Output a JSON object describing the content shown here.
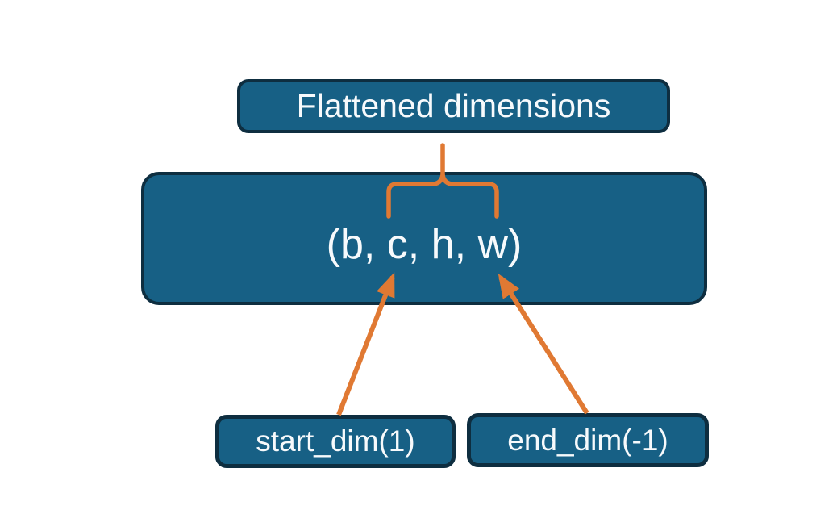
{
  "diagram": {
    "title_box": {
      "label": "Flattened dimensions"
    },
    "tensor_box": {
      "label": "(b, c, h, w)"
    },
    "start_dim_box": {
      "label": "start_dim(1)"
    },
    "end_dim_box": {
      "label": "end_dim(-1)"
    },
    "colors": {
      "box_fill": "#176085",
      "box_border": "#0E2E40",
      "arrow_orange": "#E07933",
      "label_text": "#F7FAFC",
      "background": "#FFFFFF"
    }
  }
}
